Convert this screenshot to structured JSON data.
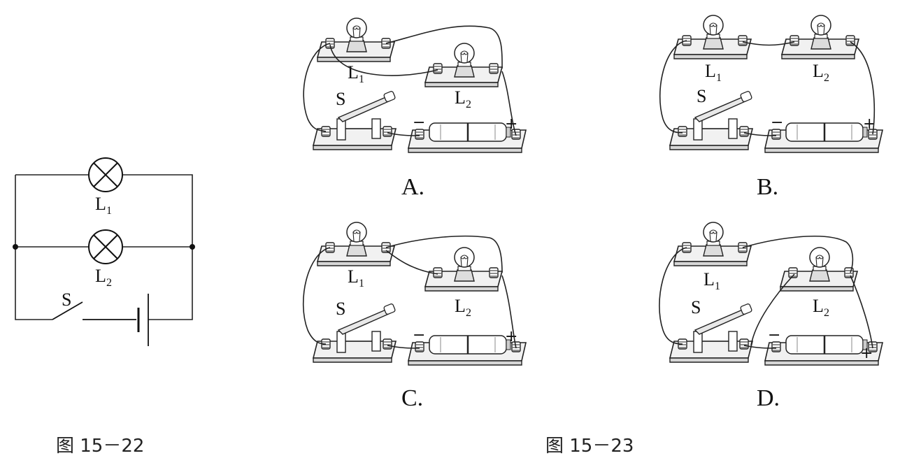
{
  "fig22": {
    "caption": "图 15－22",
    "labels": {
      "L1_main": "L",
      "L1_sub": "1",
      "L2_main": "L",
      "L2_sub": "2",
      "S": "S"
    }
  },
  "fig23": {
    "caption": "图 15－23",
    "options": [
      {
        "letter": "A.",
        "l1": "L",
        "l1_sub": "1",
        "l2": "L",
        "l2_sub": "2",
        "s": "S",
        "minus": "−",
        "plus": "+"
      },
      {
        "letter": "B.",
        "l1": "L",
        "l1_sub": "1",
        "l2": "L",
        "l2_sub": "2",
        "s": "S",
        "minus": "−",
        "plus": "+"
      },
      {
        "letter": "C.",
        "l1": "L",
        "l1_sub": "1",
        "l2": "L",
        "l2_sub": "2",
        "s": "S",
        "minus": "−",
        "plus": "+"
      },
      {
        "letter": "D.",
        "l1": "L",
        "l1_sub": "1",
        "l2": "L",
        "l2_sub": "2",
        "s": "S",
        "minus": "−",
        "plus": "+"
      }
    ]
  },
  "icons": {
    "lamp_symbol": "lamp-symbol-icon",
    "switch_symbol": "switch-symbol-icon",
    "battery_symbol": "battery-symbol-icon",
    "bulb": "light-bulb-icon",
    "knife_switch": "knife-switch-icon",
    "battery_holder": "battery-icon"
  }
}
